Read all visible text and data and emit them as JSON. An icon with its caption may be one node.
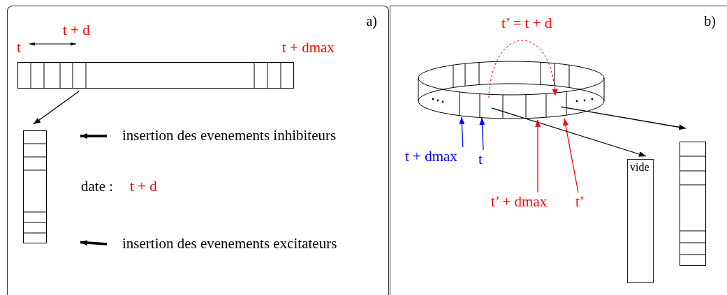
{
  "diagram": {
    "nodes": [
      {
        "text": [
          "a)"
        ]
      },
      {
        "text": [],
        "shape": "bar",
        "in": 0
      },
      {
        "text": [],
        "shape": "box",
        "in": 0
      },
      {
        "text": [
          "insertion des evenements inhibiteurs"
        ],
        "in": 0
      },
      {
        "text": [
          "insertion des evenements excitateurs"
        ],
        "in": 0
      },
      {
        "text": [
          "b)"
        ]
      },
      {
        "text": [],
        "shape": "cylinder",
        "in": 5
      },
      {
        "text": [
          "vide"
        ],
        "in": 5
      },
      {
        "text": [],
        "shape": "box",
        "in": 5
      },
      {
        "text": [
          "t + dmax"
        ],
        "in": 5
      },
      {
        "text": [
          "t"
        ],
        "in": 5
      },
      {
        "text": [
          "t’ + dmax"
        ],
        "in": 5
      },
      {
        "text": [
          "t’"
        ],
        "in": 5
      }
    ],
    "edges": [
      {
        "from": 1,
        "to": 2,
        "arrow": "to"
      },
      {
        "from": 3,
        "to": 2,
        "arrow": "to",
        "style": "thick"
      },
      {
        "from": 4,
        "to": 2,
        "arrow": "to",
        "style": "thick"
      },
      {
        "from": 6,
        "to": 6,
        "arrow": "to",
        "style": "dashed",
        "color": "#ff0000"
      },
      {
        "from": 9,
        "to": 6,
        "arrow": "to",
        "color": "#0000ff"
      },
      {
        "from": 10,
        "to": 6,
        "arrow": "to",
        "color": "#0000ff"
      },
      {
        "from": 11,
        "to": 6,
        "arrow": "to",
        "color": "#ff0000"
      },
      {
        "from": 12,
        "to": 6,
        "arrow": "to",
        "color": "#ff0000"
      },
      {
        "from": 6,
        "to": 7,
        "arrow": "to"
      },
      {
        "from": 6,
        "to": 8,
        "arrow": "to"
      }
    ],
    "labels": [
      "t + d",
      "t",
      "t + dmax",
      "date :",
      "t + d",
      "t’ = t + d"
    ]
  }
}
